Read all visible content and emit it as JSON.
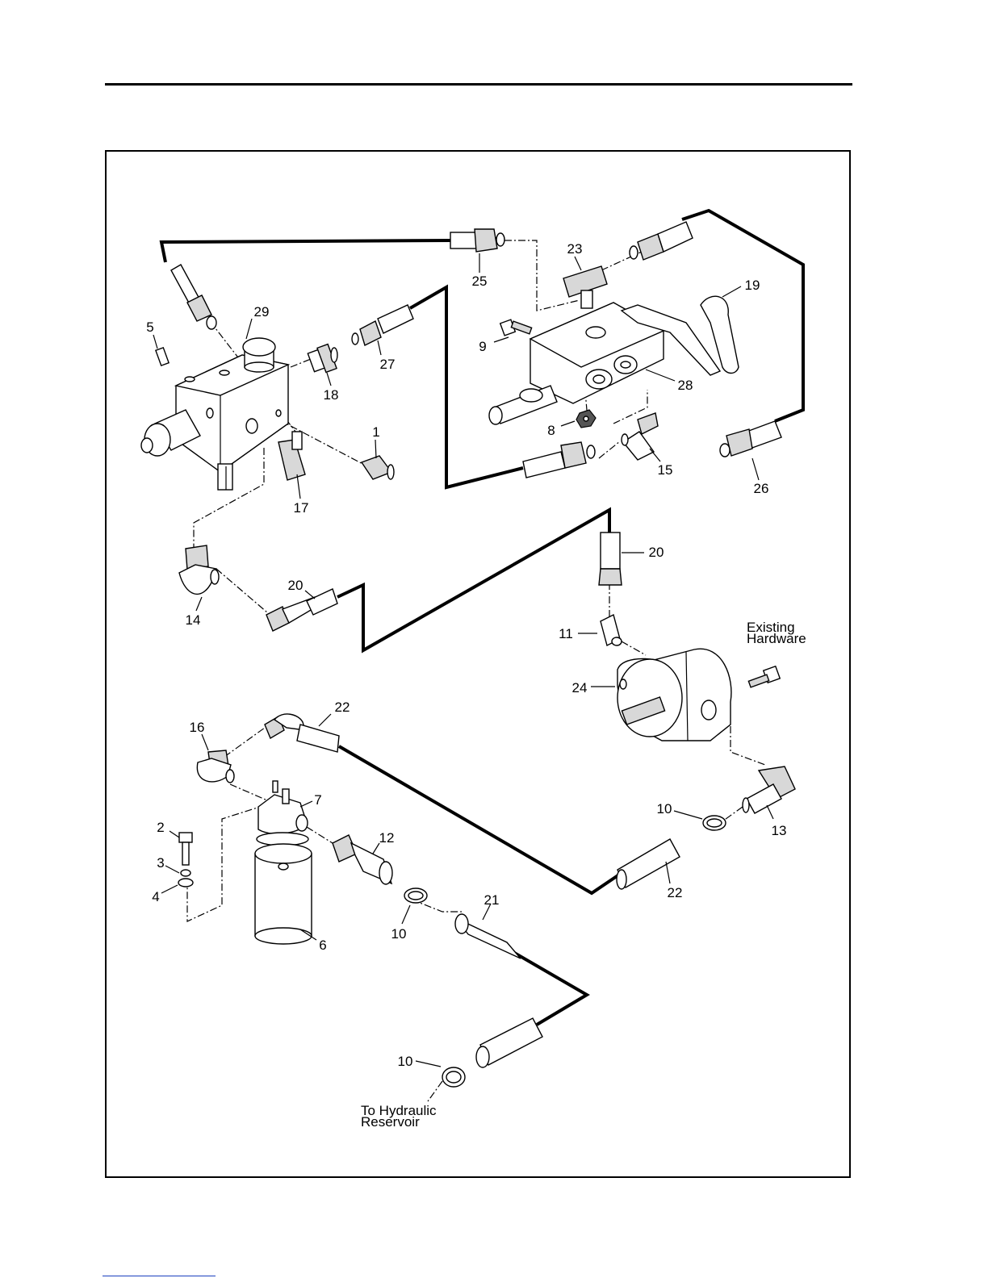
{
  "callouts": {
    "c1": "1",
    "c2": "2",
    "c3": "3",
    "c4": "4",
    "c5": "5",
    "c6": "6",
    "c7": "7",
    "c8": "8",
    "c9": "9",
    "c10a": "10",
    "c10b": "10",
    "c10c": "10",
    "c11": "11",
    "c12": "12",
    "c13": "13",
    "c14": "14",
    "c15": "15",
    "c16": "16",
    "c17": "17",
    "c18": "18",
    "c19": "19",
    "c20a": "20",
    "c20b": "20",
    "c21": "21",
    "c22a": "22",
    "c22b": "22",
    "c23": "23",
    "c24": "24",
    "c25": "25",
    "c26": "26",
    "c27": "27",
    "c28": "28",
    "c29": "29"
  },
  "labels": {
    "existing_line1": "Existing",
    "existing_line2": "Hardware",
    "reservoir_line1": "To Hydraulic",
    "reservoir_line2": "Reservoir"
  }
}
